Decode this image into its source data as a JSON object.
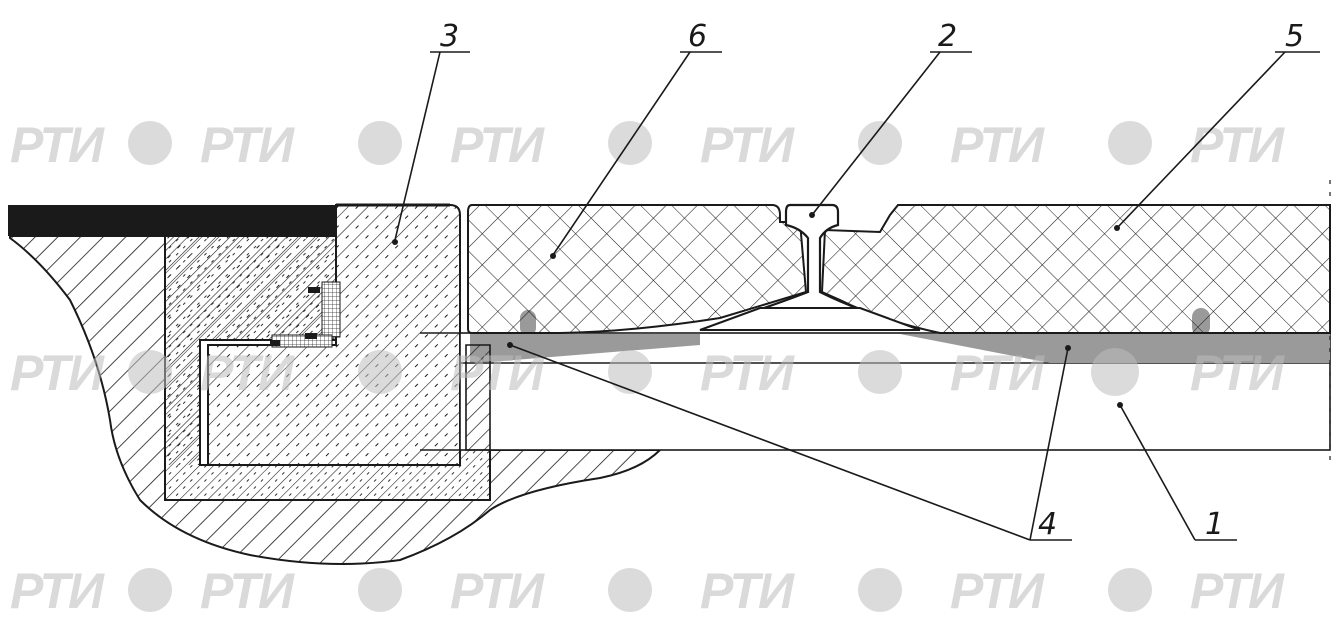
{
  "diagram": {
    "callouts": [
      {
        "id": "1",
        "label": "1"
      },
      {
        "id": "2",
        "label": "2"
      },
      {
        "id": "3",
        "label": "3"
      },
      {
        "id": "4",
        "label": "4"
      },
      {
        "id": "5",
        "label": "5"
      },
      {
        "id": "6",
        "label": "6"
      }
    ],
    "watermark": {
      "text": "РТИ"
    },
    "colors": {
      "line": "#1a1a1a",
      "slab_fill": "#ffffff",
      "concrete_fill": "#ffffff",
      "pad_fill": "#9a9a9a",
      "asphalt_fill": "#1a1a1a",
      "watermark": "#bdbdbd"
    }
  }
}
